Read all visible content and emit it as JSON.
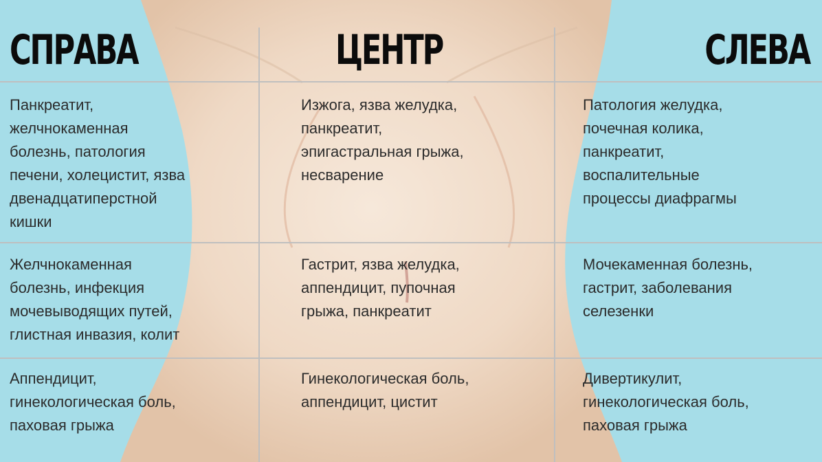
{
  "colors": {
    "background": "#a6dde8",
    "skin": "#efd9c5",
    "text": "#2b2b2b",
    "title": "#0b0b0b",
    "lines": "#bfbfbf"
  },
  "headers": {
    "right": "СПРАВА",
    "center": "ЦЕНТР",
    "left": "СЛЕВА"
  },
  "rows": [
    {
      "right": "Панкреатит,\nжелчнокаменная\nболезнь, патология\nпечени, холецистит, язва\nдвенадцатиперстной\nкишки",
      "center": "Изжога, язва желудка,\nпанкреатит,\nэпигастральная грыжа,\nнесварение",
      "left": "Патология желудка,\nпочечная колика,\nпанкреатит,\nвоспалительные\nпроцессы диафрагмы"
    },
    {
      "right": "Желчнокаменная\nболезнь, инфекция\nмочевыводящих путей,\nглистная инвазия, колит",
      "center": "Гастрит, язва желудка,\nаппендицит, пупочная\nгрыжа, панкреатит",
      "left": "Мочекаменная болезнь,\nгастрит, заболевания\nселезенки"
    },
    {
      "right": "Аппендицит,\nгинекологическая боль,\nпаховая грыжа",
      "center": "Гинекологическая боль,\nаппендицит, цистит",
      "left": "Дивертикулит,\nгинекологическая боль,\nпаховая грыжа"
    }
  ]
}
